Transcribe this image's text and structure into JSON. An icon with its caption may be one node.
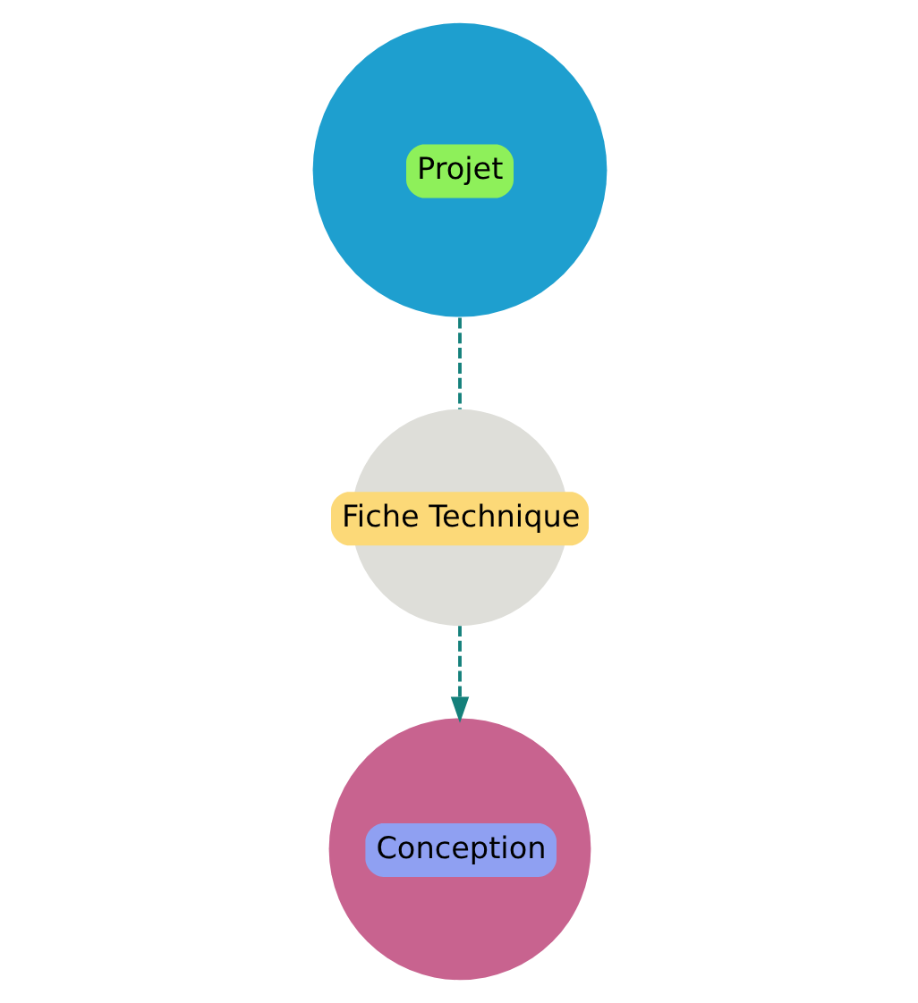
{
  "diagram": {
    "nodes": [
      {
        "text": [
          "Projet"
        ]
      },
      {
        "text": [
          "Fiche Technique"
        ]
      },
      {
        "text": [
          "Conception"
        ]
      }
    ],
    "edges": [
      {
        "from": 0,
        "to": 1,
        "arrow": "none",
        "style": "dashed"
      },
      {
        "from": 1,
        "to": 2,
        "arrow": "to",
        "style": "dashed"
      }
    ]
  }
}
